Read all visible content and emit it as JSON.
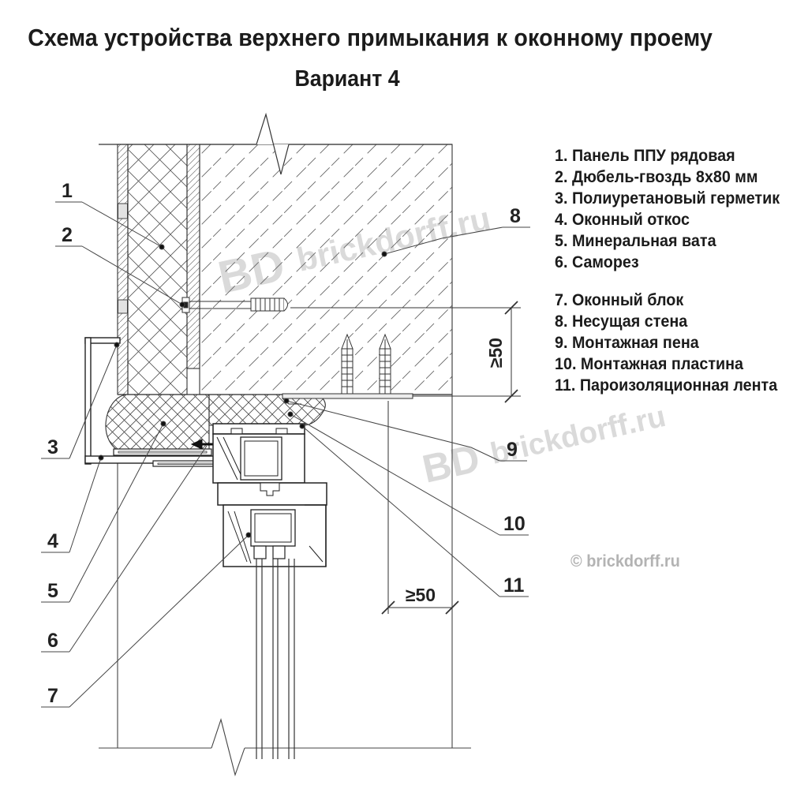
{
  "title": "Схема устройства верхнего примыкания к оконному проему",
  "subtitle": "Вариант 4",
  "legend": {
    "items": [
      "1. Панель ППУ рядовая",
      "2. Дюбель-гвоздь 8х80 мм",
      "3. Полиуретановый герметик",
      "4. Оконный откос",
      "5. Минеральная вата",
      "6. Саморез",
      "7. Оконный блок",
      "8. Несущая стена",
      "9. Монтажная пена",
      "10. Монтажная пластина",
      "11. Пароизоляционная лента"
    ]
  },
  "callouts": [
    "1",
    "2",
    "3",
    "4",
    "5",
    "6",
    "7",
    "8",
    "9",
    "10",
    "11"
  ],
  "dimensions": {
    "vertical": "≥50",
    "horizontal": "≥50"
  },
  "watermark": {
    "logo": "BD",
    "site": "brickdorff.ru",
    "copyright": "© brickdorff.ru"
  },
  "colors": {
    "line": "#444444",
    "bold_line": "#222222",
    "watermark": "#dadada",
    "copyright": "#b3b3b3"
  }
}
